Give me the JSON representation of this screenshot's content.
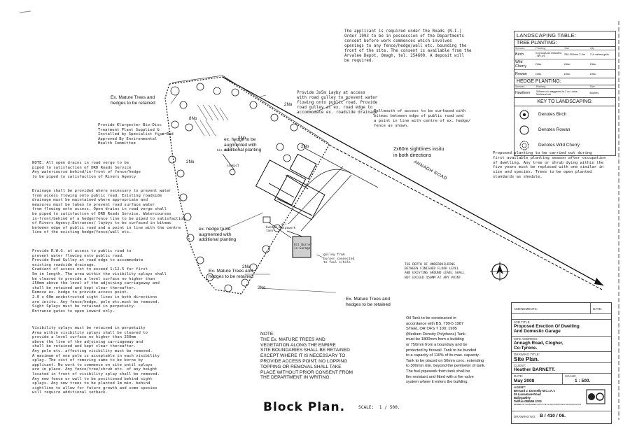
{
  "roads_notice": "The applicant is required under the Roads (N.I.)\nOrder 1993 to be in possession of the Departments\nconsent before work commences which involves\nopenings to any fence/hedge/wall etc. bounding the\nfront of the site. The consent is available from the\nArvalee Depot, Omagh, tel. 254600. A deposit will\nbe required.",
  "layby_note": "Provide 3x5m Layby at access\nwith road gulley to prevent water\nflowing onto public road. Provide\nroad gulley at ex. road edge to\naccommodate ex. roadside drainage",
  "bellmouth_note": "Bellmouth of access to be surfaced with\nbitmac between edge of public road and\na point in line with centre of ex. hedge/\nfence as shown.",
  "mature_trees_top": "Ex. Mature Trees and\nhedges to be retained",
  "mature_trees_mid": "Ex. Mature Trees and\nhedges to be retained",
  "mature_trees_bottom": "Ex. Mature Trees and\nhedges to be retained",
  "biodisc_note": "Provide Klargester Bio-Disc\nTreatment Plant Supplied &\nInstalled by Specialist firm and\nApproved By Environmental\nHealth Committee",
  "hedge_aug_top": "ex. hedge to be\naugmented with\nadditional planting",
  "hedge_aug_bottom": "ex. hedge to be\naugmented with\nadditional planting",
  "sightlines_note": "2x60m sightlines insitu\nin both directions",
  "annagh_road": "ANNAGH ROAD",
  "drains_note": "NOTE: All open drains in road verge to be\npiped to satisfaction of DRD Roads Service\nAny watercourse behind/in-front of fence/hedge\nto be piped to satisfaction of Rivers Agency",
  "drainage_note": "Drainage shall be provided where necessary to prevent water\nfrom access flowing onto public road. Existing roadside\ndrainage must be maintained where appropriate and\nmeasures must be taken to prevent road surface water\nfrom flowing onto access. Open drains in road verge shall\nbe piped to satisfaction of DRD Roads Service. Watercourses\nin-front/behind of a hedge/fence line to be piped to satisfaction\nof Rivers Agency.Entrances/ laybys to be surfaced in bitmac\nbetween edge of public road and a point in line with the centre\nline of the existing hedge/fence/wall etc.",
  "rwg_note": "Provide R.W.G. at access to public road to\nprevent water flowing onto public road.\nProvide Road Gulley at road edge to accommodate\nexisting roadside drainage.\nGradient of access not to exceed 1:12.5 for first\n5m in length. The area within the visibility splays shall\nbe cleared to provide a level surface no higher than\n250mm above the level of the adjoining carriageway and\nshall be retained and kept clear thereafter.\nRemove ex. hedge to provide access point.\n2.0 x 60m unobstructed sight lines in both directions\nare insitu. Any fence/hedge, pole etc.must be removed.\nSight Splays must be retained in perpetuity.\nEntrance gates to open inward only.",
  "visibility_note": "Visibility splays must be retained in perpetuity\nArea within visibility splays shall be cleared to\nprovide a level surface no higher than 250mm\nabove the line of the adjoining carriageway and\nshall be retained and kept clear thereafter.\nAny pole etc. affecting visibility must be removed.\nA maximum of one pole is acceptable in each visibility\nsplay. The cost of removing same to be borne by\napplicant. No work to commence on site until splays\nare in place. Any fence/tree/shrub etc. of any height\nlocated in front of visibility splay shall be removed.\nAny new fence or wall to be positioned behind sight\nsplays. Any new trees to be planted 1m min. behind\nsightline to allow for future growth and some species\nwill require additional setback.",
  "retain_note": "NOTE:\nTHE Ex. MATURE TREES AND\nVEGETATION ALONG THE ENRIRE\nSITE BOUNDARIES SHALL BE RETAINED\nEXCEPT WHERE IT IS NECESSARY TO\nPROVIDE ACCESS POINT. NO LOPPING\nTOPPING OR REMOVAL SHALL TAKE\nPLACE WITHOUT PRIOR CONSENT FROM\nTHE DEPARTMENT IN WRITING.",
  "block_plan_title": "Block Plan.",
  "block_plan_scale": "SCALE:  1 / 500.",
  "oil_tank_note": "Oil Tank to be constructed in\naccordance with BS. 799-5 1987\nSTEEL OR OFS T 100: 1995\n(Medium Density Polythene) Tank\nmust be 1800mm from a building\nor 750mm from a boundary and be\nprotected by firewall. Tank to be bunded\nto a capacity of 110% of its max. capacity.\nTank to be placed on 50mm conc. extending\nto 300mm min. beyond the perimeter of tank.\nThe fuel pipework from tank shall be\nfire resistant and fitted with a fire valve\nsystem where it enters the building.",
  "underbuilding_note": "THE DEPTH OF UNDERBUILDING\nBETWEEN FINISHED FLOOR LEVEL\nAND EXISTING GROUND LEVEL SHALL\nNOT EXCEED 450MM AT ANY POINT",
  "gulley_note": "gulley from\nburner connected\nto foul s/hole",
  "oil_burner": "Oil Burner\nin Garage",
  "bunded_tank": "bunded oil\ntank",
  "oil_pipework": "oil\npipework",
  "soakpit": "soakpit",
  "biodisc_small": "bio-disc",
  "no_labels": [
    "8No",
    "2No",
    "2No",
    "2No",
    "2No",
    "2No",
    "2No"
  ],
  "planting_note": "Proposed planting to be carried out during\nfirst available planting season after occupation\nof dwelling. Any tree or shrub dying within the\nfive years must be replaced with one similar in\nsize and species. Trees to be open planted\nstandards as shedule.",
  "landscaping": {
    "title": "LANDSCAPING TABLE:",
    "tree_title": "TREE PLANTING:",
    "tree_headers": [
      "Species",
      "Planting",
      "Size",
      "Qty"
    ],
    "tree_rows": [
      [
        "Birch",
        "in groups as indicated . 6m c/c",
        "250-300mm 2-3m",
        "2-4 metres girth"
      ],
      [
        "Wild Cherry",
        "Ditto.",
        "Ditto.",
        "Ditto."
      ],
      [
        "Rowan",
        "Ditto.",
        "Ditto.",
        "Ditto."
      ]
    ],
    "hedge_title": "HEDGE PLANTING:",
    "hedge_headers": [
      "Species",
      "Planting",
      "Size"
    ],
    "hedge_row": [
      "Hawthorn",
      "300mm c/c staggered in 2 no. rows. 3m/lineal mtr",
      "Bushes"
    ],
    "key_title": "KEY TO LANDSCAPING:",
    "key_items": [
      "Denotes Birch",
      "Denotes Rowan",
      "Denotes Wild Cherry"
    ]
  },
  "title_block": {
    "amendments_label": "AMENDMENTS:",
    "date_label": "DATE:",
    "job_title_label": "JOB TITLE",
    "job_title": "Proposed Erection Of Dwelling\nAnd Domestic Garage",
    "site_address_label": "SITE ADDRESS:",
    "site_address": "Annagh Road, Clogher,\nCo-Tyrone.",
    "drawing_title_label": "DRAWING TITLE:",
    "drawing_title": "Site Plan.",
    "client_label": "CLIENT:",
    "client": "Heather BARNETT.",
    "date_value": "May 2008",
    "scale_label": "SCALE:",
    "scale_value": "1 : 500.",
    "agent_label": "AGENT:",
    "agent": "Bernard J. Donnelly M.C.I.A.T.\n39 Lisnamore Road\nBallygawley\nTel/Fax 085555 4703",
    "institute": "MEMBER OF CHARTERED INSTITUTE OF ARCHITECTURAL TECHNOLOGISTS",
    "drawing_no_label": "DRAWING NO:",
    "drawing_no": "B / 410 / 06."
  }
}
